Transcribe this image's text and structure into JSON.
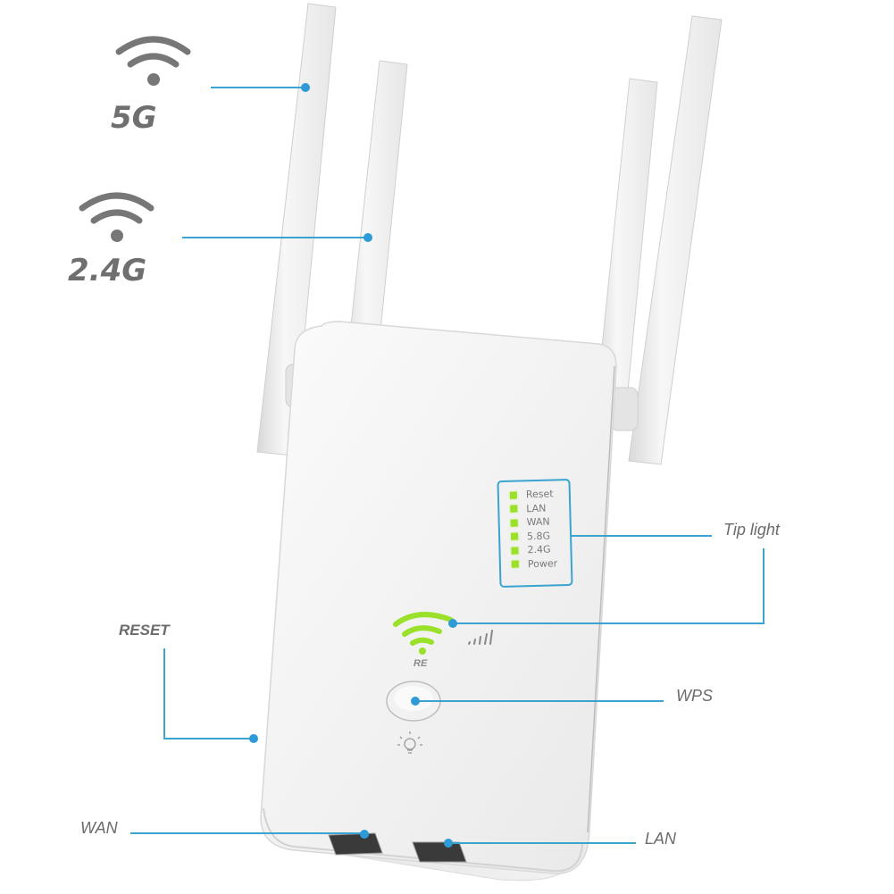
{
  "diagram": {
    "type": "product-callout",
    "subject": "Dual band WiFi repeater with four antennas",
    "bands": [
      {
        "id": "5g",
        "label": "5G",
        "icon": "wifi-icon"
      },
      {
        "id": "2_4g",
        "label": "2.4G",
        "icon": "wifi-icon"
      }
    ],
    "callouts": {
      "tip_light": "Tip light",
      "wps": "WPS",
      "reset": "RESET",
      "wan": "WAN",
      "lan": "LAN"
    },
    "indicator_panel": {
      "items": [
        "Reset",
        "LAN",
        "WAN",
        "5.8G",
        "2.4G",
        "Power"
      ]
    },
    "device_face": {
      "re_label": "RE",
      "signal_icon": "signal-bars-icon",
      "bulb_icon": "light-bulb-icon"
    },
    "colors": {
      "callout_line": "#3aa3d0",
      "led_green": "#9be02a",
      "label_gray": "#6b6b6b",
      "device_white": "#f4f4f4"
    }
  }
}
